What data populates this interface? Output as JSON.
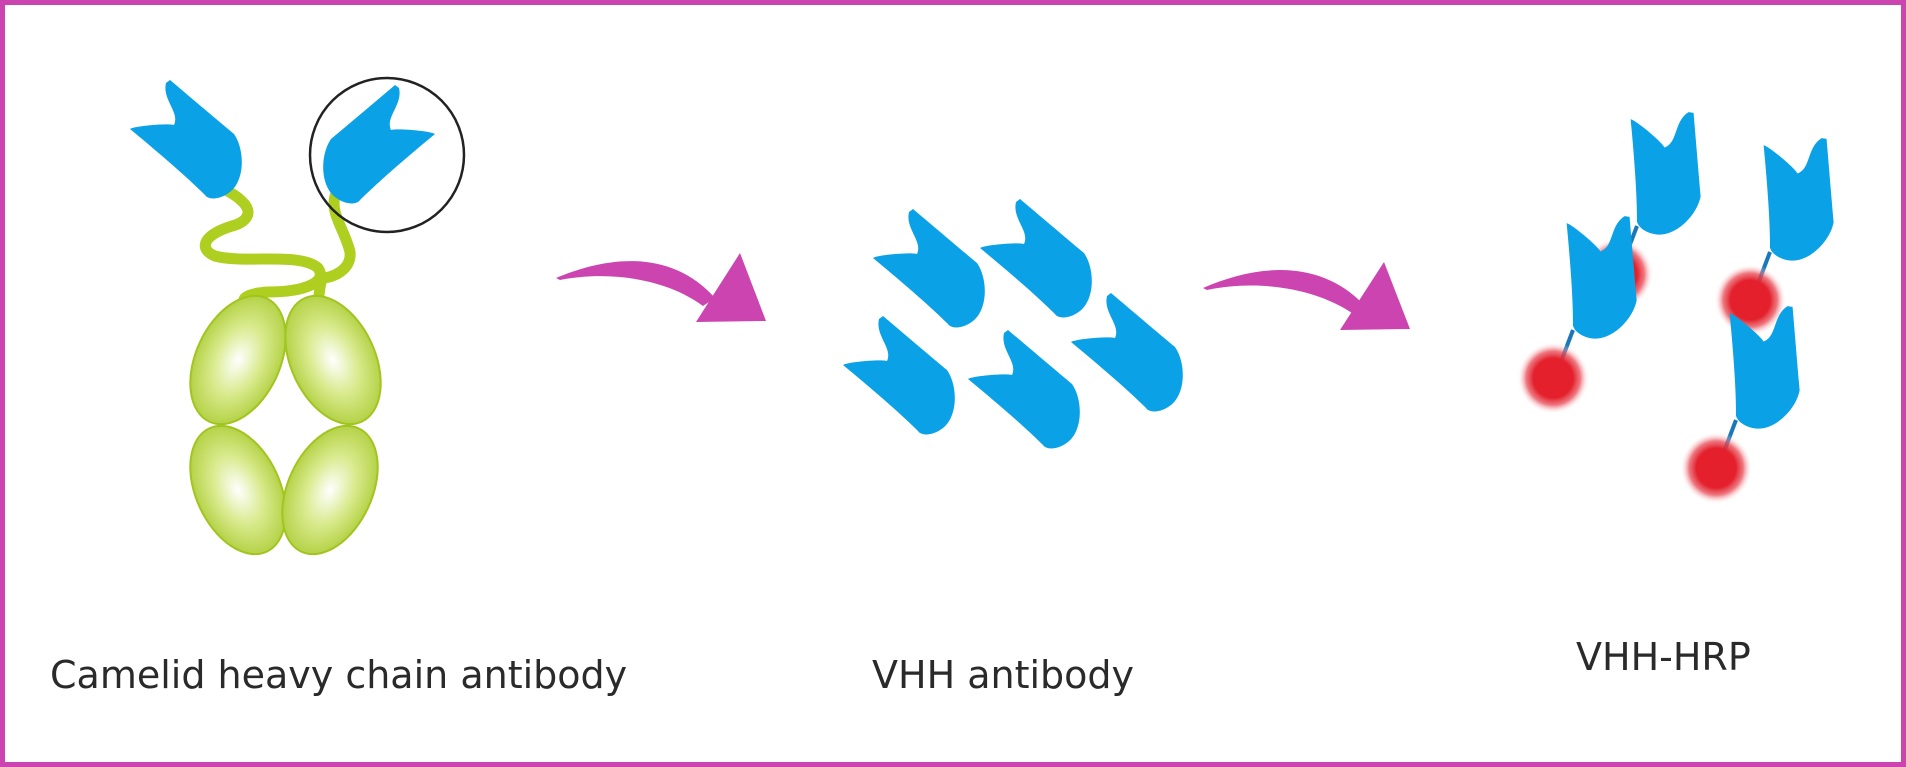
{
  "diagram": {
    "labels": {
      "camelid": "Camelid heavy chain antibody",
      "vhh": "VHH antibody",
      "vhh_hrp": "VHH-HRP"
    },
    "colors": {
      "frame": "#cc44b0",
      "vhh_domain": "#0aa1e6",
      "heavy_chain_linker": "#aecf1f",
      "constant_domain": "#b5d43a",
      "arrow": "#cc44b0",
      "hrp": "#e3202c",
      "hrp_linker": "#1a78b8",
      "highlight_circle": "#222222",
      "text": "#2a2a2a"
    },
    "icons": {
      "arrow": "curved-arrow-icon",
      "vhh": "vhh-domain-icon",
      "hrp": "hrp-enzyme-icon"
    }
  }
}
